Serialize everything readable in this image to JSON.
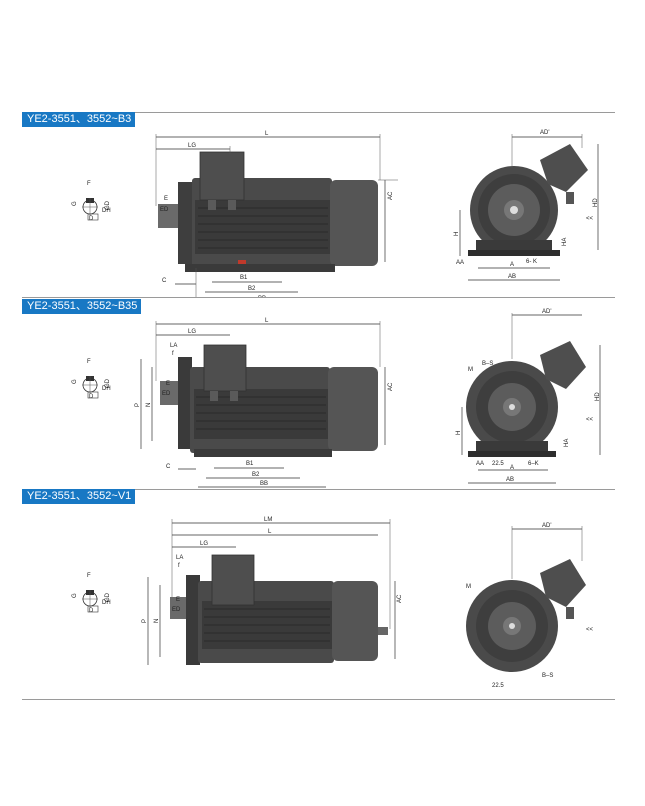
{
  "sections": [
    {
      "title": "YE2-3551、3552~B3",
      "shaft_labels": [
        "F",
        "G",
        "GD",
        "D",
        "DH"
      ],
      "side_labels": [
        "LG",
        "L",
        "E",
        "ED",
        "AC",
        "C",
        "B1",
        "B2",
        "BB"
      ],
      "front_labels": [
        "AD'",
        "HD",
        "H",
        "HA",
        "AA",
        "A",
        "6- K",
        "AB"
      ]
    },
    {
      "title": "YE2-3551、3552~B35",
      "shaft_labels": [
        "F",
        "G",
        "GD",
        "D",
        "DH"
      ],
      "side_labels": [
        "LG",
        "L",
        "LA",
        "f",
        "E",
        "ED",
        "P",
        "N",
        "AC",
        "C",
        "B1",
        "B2",
        "BB"
      ],
      "front_labels": [
        "AD'",
        "M",
        "B–S",
        "HD",
        "H",
        "HA",
        "AA",
        "22.5",
        "A",
        "6–K",
        "AB"
      ]
    },
    {
      "title": "YE2-3551、3552~V1",
      "shaft_labels": [
        "F",
        "G",
        "GD",
        "D",
        "DH"
      ],
      "side_labels": [
        "LM",
        "L",
        "LG",
        "LA",
        "f",
        "E",
        "ED",
        "P",
        "N",
        "AC"
      ],
      "front_labels": [
        "AD'",
        "M",
        "22.5",
        "B–S"
      ]
    }
  ]
}
